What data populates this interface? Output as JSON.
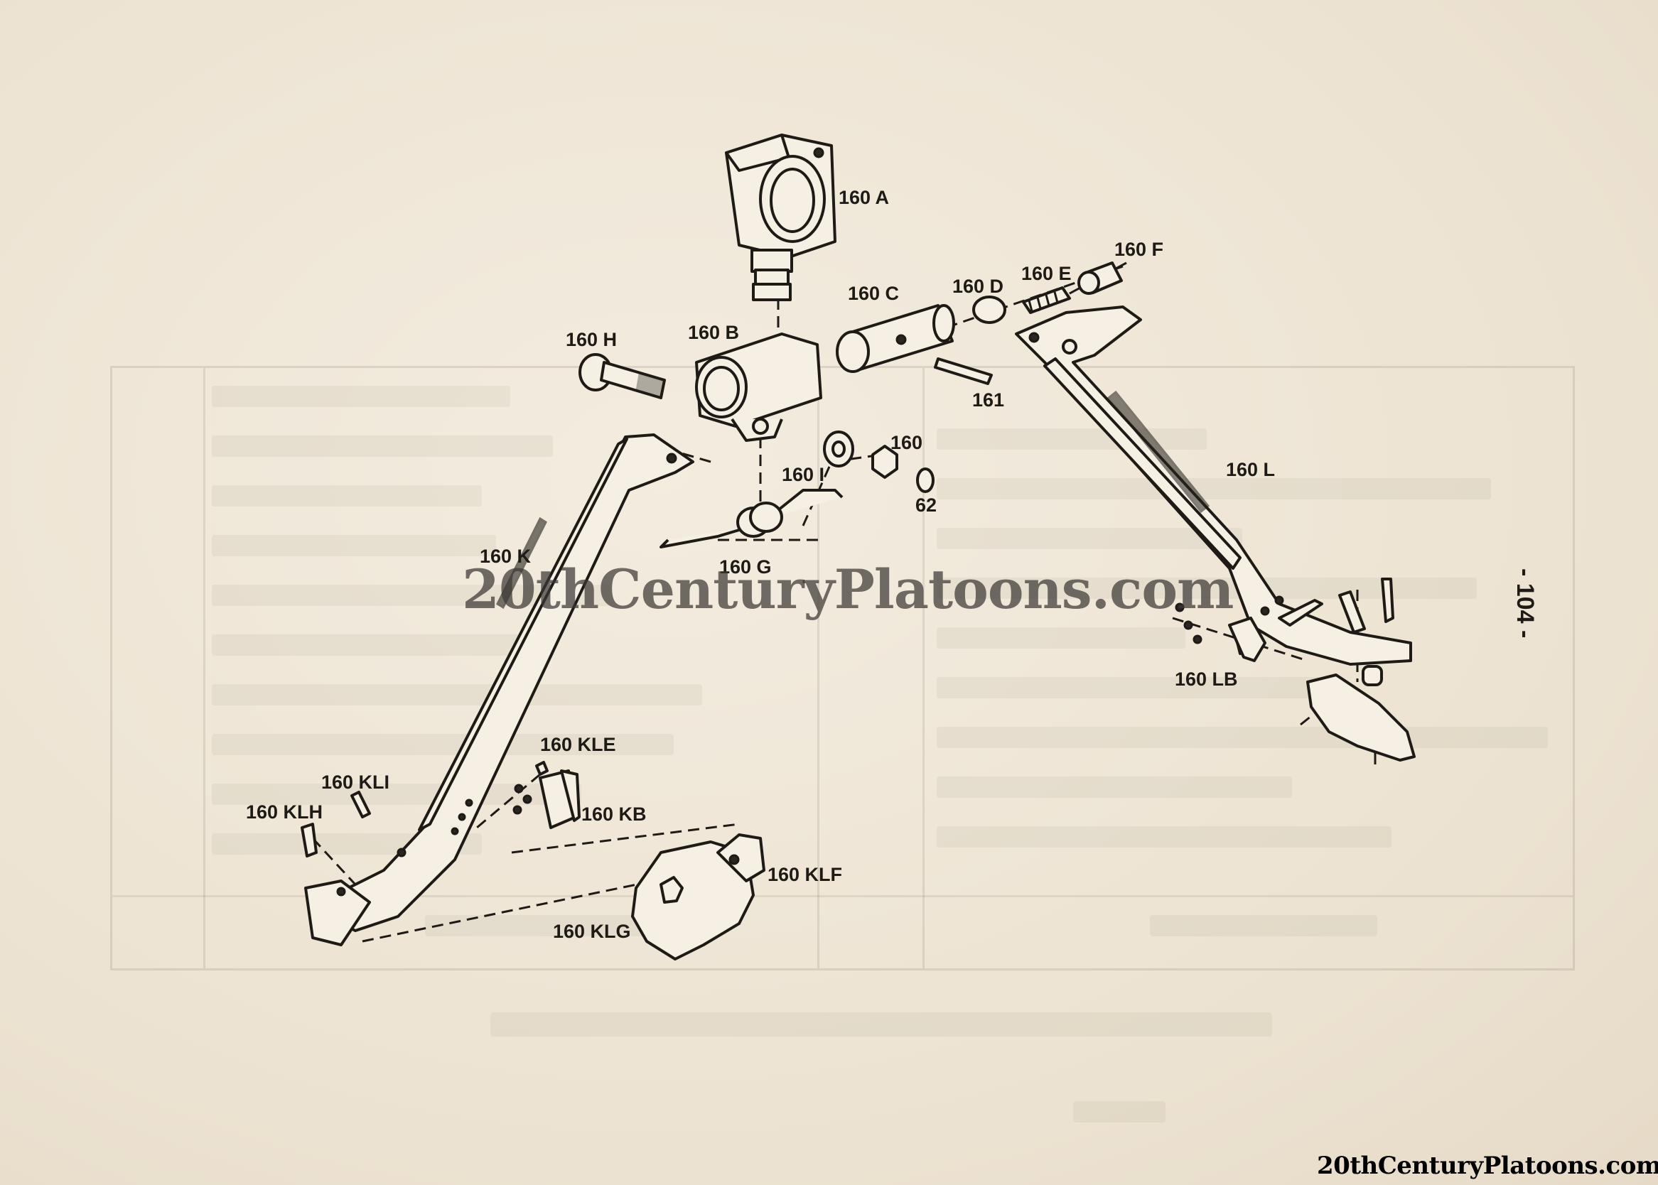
{
  "page": {
    "page_number": "- 104 -"
  },
  "labels": {
    "l_160A": "160 A",
    "l_160B": "160 B",
    "l_160C": "160 C",
    "l_160D": "160 D",
    "l_160E": "160 E",
    "l_160F": "160 F",
    "l_160G": "160 G",
    "l_160H": "160 H",
    "l_160I": "160 I",
    "l_160": "160",
    "l_62": "62",
    "l_161": "161",
    "l_160K": "160 K",
    "l_160L": "160 L",
    "l_160LB": "160 LB",
    "l_160KLE": "160 KLE",
    "l_160KLI": "160 KLI",
    "l_160KLH": "160 KLH",
    "l_160KB": "160 KB",
    "l_160KLF": "160 KLF",
    "l_160KLG": "160 KLG"
  },
  "watermarks": {
    "center": "20thCenturyPlatoons.com",
    "corner": "20thCenturyPlatoons.com"
  },
  "colors": {
    "paper": "#efe6d6",
    "ink": "#1e1b17",
    "watermark_center": "#3c3834",
    "watermark_corner": "#000000"
  }
}
